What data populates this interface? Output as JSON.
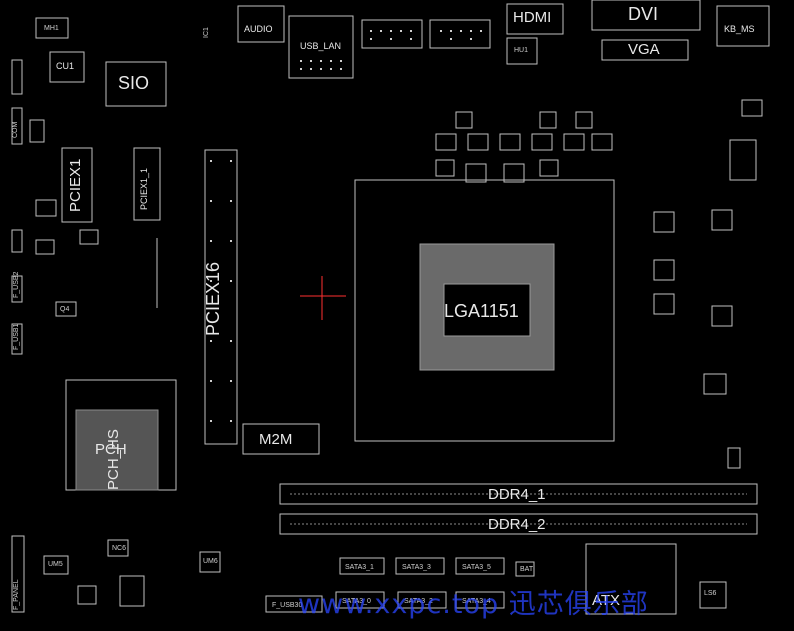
{
  "labels": {
    "mh1": "MH1",
    "audio": "AUDIO",
    "usb_lan": "USB_LAN",
    "hdmi": "HDMI",
    "dvi": "DVI",
    "vga": "VGA",
    "kb_ms": "KB_MS",
    "cu1": "CU1",
    "sio": "SIO",
    "hu1": "HU1",
    "pciex1": "PCIEX1",
    "pciex1_1": "PCIEX1_1",
    "pciex16": "PCIEX16",
    "lga1151": "LGA1151",
    "m2m": "M2M",
    "ddr4_1": "DDR4_1",
    "ddr4_2": "DDR4_2",
    "pch": "PCH",
    "pch_hs": "PCH_HS",
    "q4": "Q4",
    "com": "COM",
    "f_usb2": "F_USB2",
    "f_usb1": "F_USB1",
    "f_panel": "F_PANEL",
    "f_usb30": "F_USB30",
    "atx": "ATX",
    "nc6": "NC6",
    "um5": "UM5",
    "um6": "UM6",
    "ic1": "IC1",
    "sata3_1": "SATA3_1",
    "sata3_3": "SATA3_3",
    "sata3_5": "SATA3_5",
    "sata3_0": "SATA3_0",
    "sata3_2": "SATA3_2",
    "sata3_4": "SATA3_4",
    "bat": "BAT",
    "ls6": "LS6"
  },
  "watermark": "www.xxpc.top 迅芯俱乐部",
  "colors": {
    "background": "#000000",
    "outline": "#bfbfbf",
    "pad": "#d9d9d9",
    "watermark": "#2a46ff",
    "cursor": "#ff3030"
  }
}
